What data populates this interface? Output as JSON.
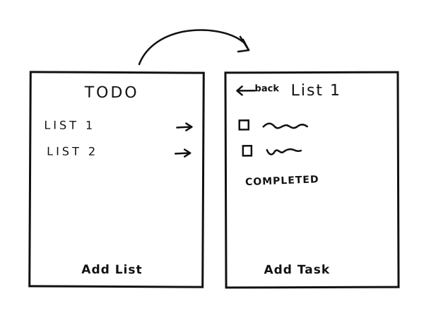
{
  "todo_screen": {
    "title": "TODO",
    "lists": [
      {
        "label": "LIST 1",
        "arrow_icon": "right-arrow-icon"
      },
      {
        "label": "LIST 2",
        "arrow_icon": "right-arrow-icon"
      }
    ],
    "add_button_label": "Add List"
  },
  "list_screen": {
    "back_label": "back",
    "title": "List 1",
    "tasks": [
      {
        "checkbox_icon": "checkbox-icon",
        "text_icon": "scribble-icon"
      },
      {
        "checkbox_icon": "checkbox-icon",
        "text_icon": "scribble-icon"
      }
    ],
    "completed_label": "COMPLETED",
    "add_button_label": "Add Task"
  },
  "navigation_arrow_icon": "curved-arrow-icon"
}
